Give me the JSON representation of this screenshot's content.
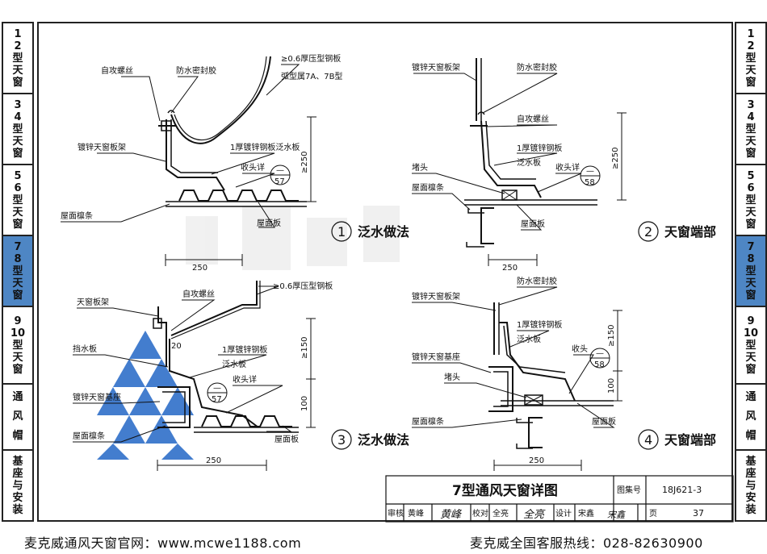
{
  "side_tabs": [
    {
      "lines": [
        "1",
        "2",
        "型",
        "天",
        "窗"
      ],
      "active": false
    },
    {
      "lines": [
        "3",
        "4",
        "型",
        "天",
        "窗"
      ],
      "active": false
    },
    {
      "lines": [
        "5",
        "6",
        "型",
        "天",
        "窗"
      ],
      "active": false
    },
    {
      "lines": [
        "7",
        "8",
        "型",
        "天",
        "窗"
      ],
      "active": true
    },
    {
      "lines": [
        "9",
        "10",
        "型",
        "天",
        "窗"
      ],
      "active": false
    },
    {
      "lines": [
        "通",
        "风",
        "帽"
      ],
      "active": false
    },
    {
      "lines": [
        "基",
        "座",
        "与",
        "安",
        "装"
      ],
      "active": false
    }
  ],
  "details": {
    "d1": {
      "labels": {
        "screw": "自攻螺丝",
        "sealant": "防水密封胶",
        "steel_plate": "≥0.6厚压型钢板",
        "arc_type": "弧型属7A、7B型",
        "frame": "镀锌天窗板架",
        "flashing": "1厚镀锌钢板泛水板",
        "end_detail": "收头详",
        "purlin": "屋面檩条",
        "roof_panel": "屋面板"
      },
      "ref_top": "—",
      "ref_bottom": "57",
      "dim_height": "≥250",
      "dim_width": "250",
      "number": "1",
      "title": "泛水做法"
    },
    "d2": {
      "labels": {
        "frame": "镀锌天窗板架",
        "sealant": "防水密封胶",
        "screw": "自攻螺丝",
        "flashing_1": "1厚镀锌钢板",
        "flashing_2": "泛水板",
        "plug": "堵头",
        "end_detail": "收头详",
        "purlin": "屋面檩条",
        "roof_panel": "屋面板"
      },
      "ref_top": "—",
      "ref_bottom": "58",
      "dim_height": "≥250",
      "dim_width": "250",
      "number": "2",
      "title": "天窗端部"
    },
    "d3": {
      "labels": {
        "steel_plate": "≥0.6厚压型钢板",
        "screw": "自攻螺丝",
        "frame": "天窗板架",
        "angle": "20",
        "flashing_1": "1厚镀锌钢板",
        "flashing_2": "泛水板",
        "baffle": "挡水板",
        "end_detail": "收头详",
        "base": "镀锌天窗基座",
        "purlin": "屋面檩条",
        "roof_panel": "屋面板"
      },
      "ref_top": "—",
      "ref_bottom": "57",
      "dim_height_top": "≥150",
      "dim_height_bottom": "100",
      "dim_width": "250",
      "number": "3",
      "title": "泛水做法"
    },
    "d4": {
      "labels": {
        "sealant": "防水密封胶",
        "frame": "镀锌天窗板架",
        "flashing_1": "1厚镀锌钢板",
        "flashing_2": "泛水板",
        "end": "收头",
        "base": "镀锌天窗基座",
        "plug": "堵头",
        "purlin": "屋面檩条",
        "roof_panel": "屋面板"
      },
      "ref_top": "—",
      "ref_bottom": "58",
      "dim_height_top": "≥150",
      "dim_height_bottom": "100",
      "dim_width": "250",
      "number": "4",
      "title": "天窗端部"
    }
  },
  "title_block": {
    "title": "7型通风天窗详图",
    "atlas_label": "图集号",
    "atlas_no": "18J621-3",
    "review_label": "审核",
    "reviewer": "黄峰",
    "check_label": "校对",
    "checker": "全亮",
    "design_label": "设计",
    "designer": "宋鑫",
    "page_label": "页",
    "page_no": "37"
  },
  "footer": {
    "left": "麦克威通风天窗官网：www.mcwe1188.com",
    "right": "麦克威全国客服热线：028-82630900"
  },
  "colors": {
    "active_tab": "#4e86c4",
    "logo": "#2f6fc9"
  }
}
